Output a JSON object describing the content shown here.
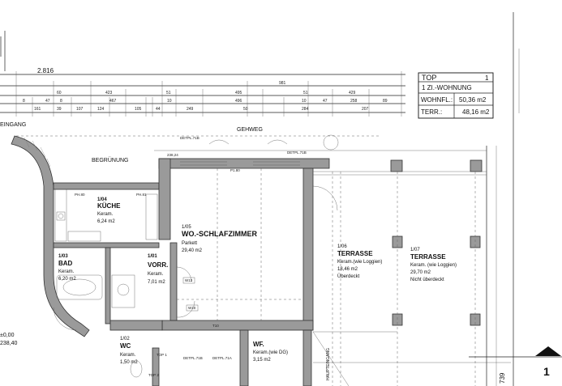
{
  "info_box": {
    "top_label": "TOP",
    "top_number": "1",
    "unit_type": "1 ZI.-WOHNUNG",
    "living_label": "WOHNFL.:",
    "living_value": "50,36 m2",
    "terrace_label": "TERR.:",
    "terrace_value": "48,16 m2"
  },
  "dimensions": {
    "overall": "2.816",
    "row1": [
      "981"
    ],
    "row2": [
      "60",
      "423",
      "51",
      "495",
      "51",
      "429"
    ],
    "row3": [
      "8",
      "47",
      "8",
      "467",
      "10",
      "496",
      "10",
      "47",
      "258",
      "89"
    ],
    "row4": [
      "161",
      "39",
      "107",
      "124",
      "105",
      "44",
      "249",
      "50",
      "284",
      "207"
    ]
  },
  "labels": {
    "entrance": "EINGANG",
    "street": "GEHWEG",
    "greenery": "BEGRÜNUNG",
    "hatch_label": "HAUPTEINGANG",
    "section_number": "1",
    "section_dim": "739"
  },
  "rooms": [
    {
      "number": "1/04",
      "name": "KÜCHE",
      "finish": "Keram.",
      "area": "6,24 m2"
    },
    {
      "number": "1/05",
      "name": "WO.-SCHLAFZIMMER",
      "finish": "Parkett",
      "area": "29,40 m2"
    },
    {
      "number": "1/03",
      "name": "BAD",
      "finish": "Keram.",
      "area": "6,20 m2"
    },
    {
      "number": "1/01",
      "name": "VORR.",
      "finish": "Keram.",
      "area": "7,01 m2"
    },
    {
      "number": "1/06",
      "name": "TERRASSE",
      "finish": "Keram.(wie Loggien)",
      "area": "18,46 m2",
      "note": "Überdeckt"
    },
    {
      "number": "1/07",
      "name": "TERRASSE",
      "finish": "Keram. (wie Loggien)",
      "area": "29,70 m2",
      "note": "Nicht überdeckt"
    },
    {
      "number": "1/02",
      "name": "WC",
      "finish": "Keram.",
      "area": "1,50 m2"
    },
    {
      "number": "",
      "name": "WF.",
      "finish": "Keram.(wie DG)",
      "area": "3,15 m2"
    }
  ],
  "tags": {
    "detail_1": "DETPL.71B",
    "detail_2": "DETPL.71B",
    "detail_3": "DETPL.71B",
    "detail_4": "DETPL.71A",
    "top1": "TOP 1",
    "top2": "TOP 2",
    "w13": "W13",
    "w10": "W10",
    "elev_1": "238,24",
    "elev_2": "±0,00",
    "elev_3": "238,40",
    "misc_a": "P1.80",
    "misc_b": "PH.80",
    "misc_c": "PH.81",
    "misc_d": "T10"
  }
}
